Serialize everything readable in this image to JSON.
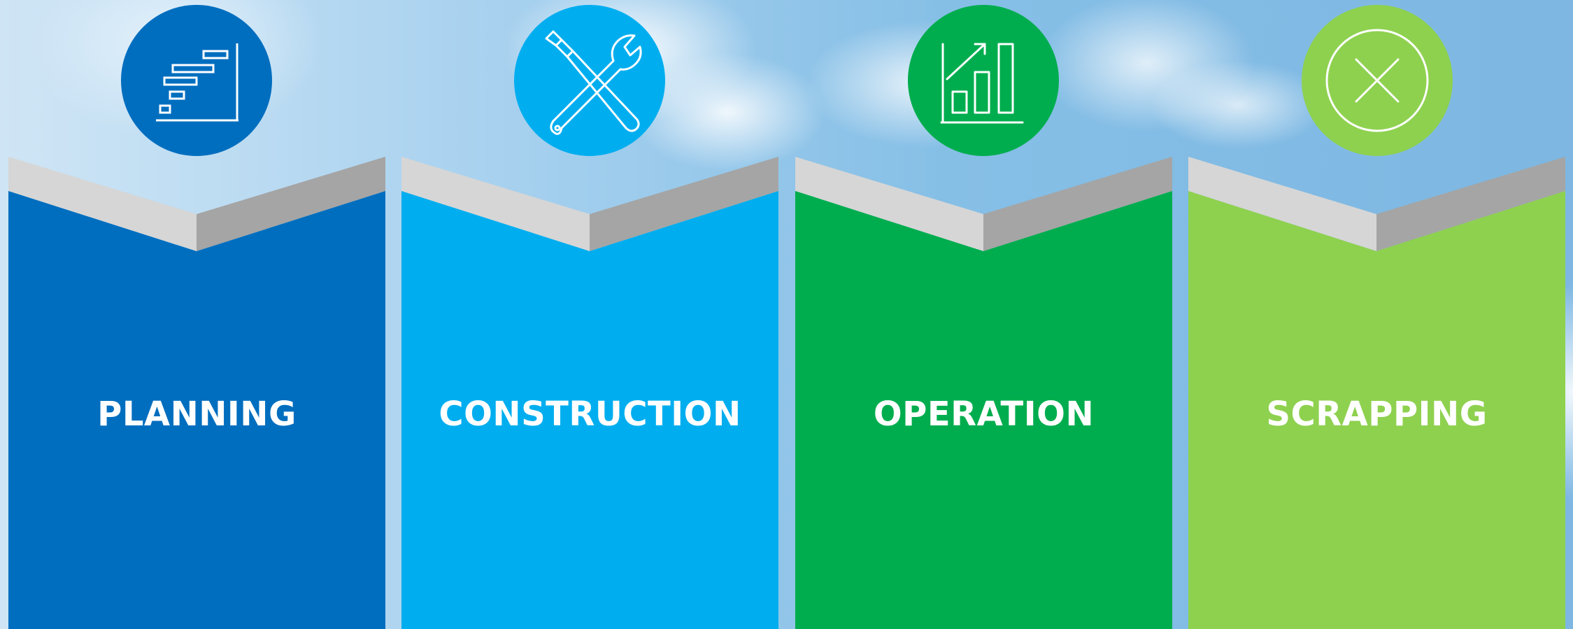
{
  "stages": [
    {
      "label": "PLANNING",
      "color": "#006ebf",
      "icon": "gantt-chart-icon"
    },
    {
      "label": "CONSTRUCTION",
      "color": "#00aeef",
      "icon": "tools-icon"
    },
    {
      "label": "OPERATION",
      "color": "#00ad4e",
      "icon": "growth-chart-icon"
    },
    {
      "label": "SCRAPPING",
      "color": "#8ed14f",
      "icon": "close-circle-icon"
    }
  ],
  "fold_colors": {
    "light": "#d6d6d6",
    "dark": "#a5a5a5"
  }
}
